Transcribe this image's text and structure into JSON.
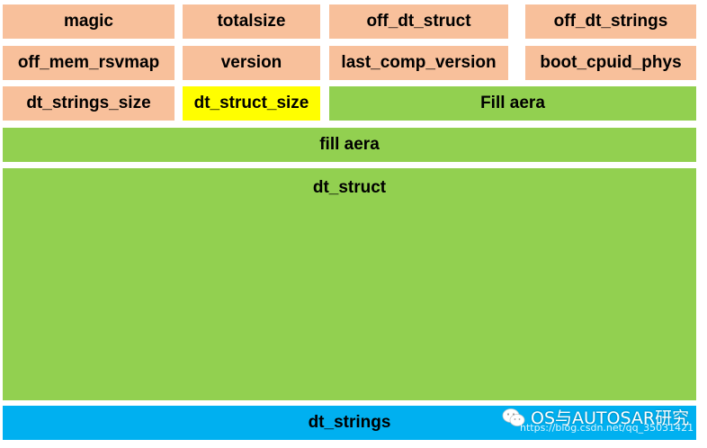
{
  "header": {
    "row1": [
      "magic",
      "totalsize",
      "off_dt_struct",
      "off_dt_strings"
    ],
    "row2": [
      "off_mem_rsvmap",
      "version",
      "last_comp_version",
      "boot_cpuid_phys"
    ],
    "row3": [
      "dt_strings_size",
      "dt_struct_size",
      "Fill aera"
    ]
  },
  "blocks": {
    "fill": "fill aera",
    "dt_struct": "dt_struct",
    "dt_strings": "dt_strings"
  },
  "watermark": {
    "icon": "wechat-icon",
    "name": "OS与AUTOSAR研究",
    "url": "https://blog.csdn.net/qq_35031421"
  },
  "colors": {
    "header": "#f8c09b",
    "highlight": "#fffe00",
    "green": "#92d050",
    "blue": "#00b0f0"
  }
}
